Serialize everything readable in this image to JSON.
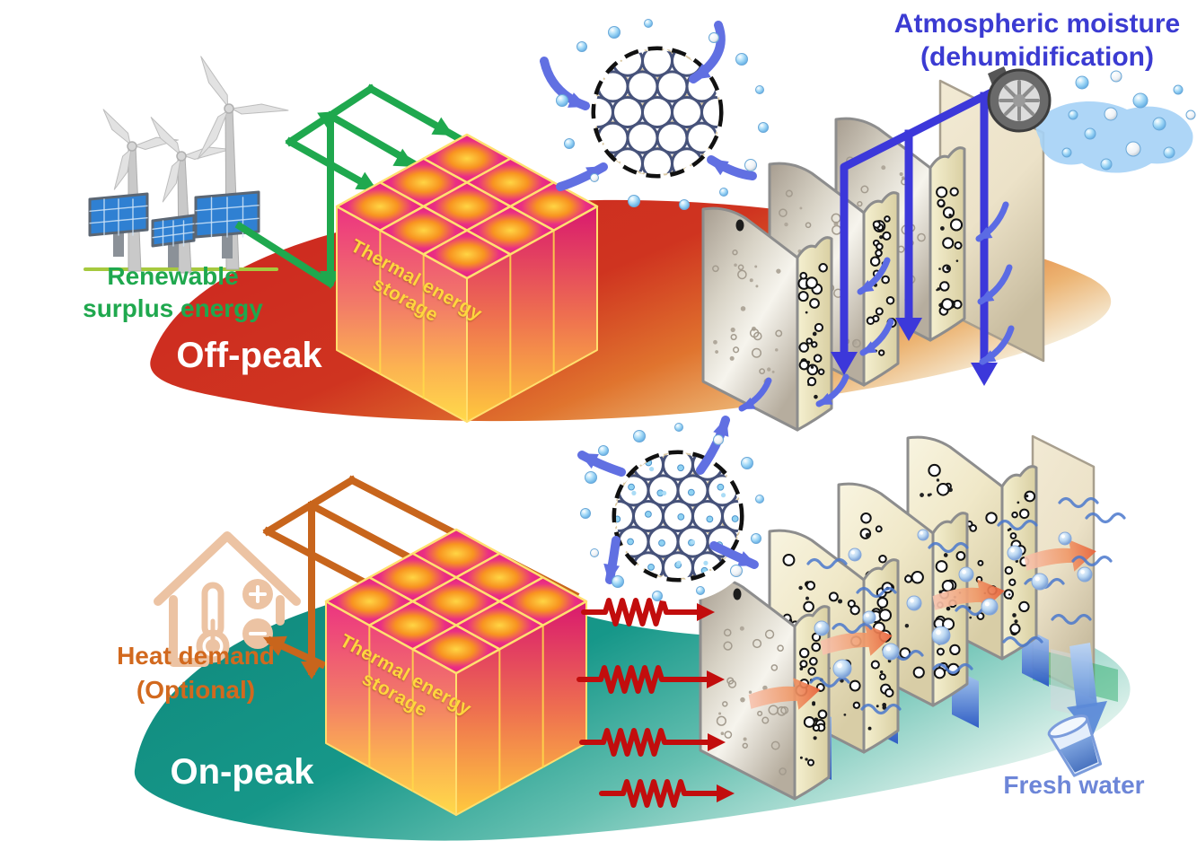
{
  "figure": {
    "top_section": {
      "phase": "Off-peak",
      "renewable_label": [
        "Renewable",
        "surplus energy"
      ],
      "storage_label": [
        "Thermal energy",
        "storage"
      ],
      "moisture_label": [
        "Atmospheric moisture",
        "(dehumidification)"
      ]
    },
    "bottom_section": {
      "phase": "On-peak",
      "heat_demand_label": [
        "Heat demand",
        "(Optional)"
      ],
      "storage_label": [
        "Thermal energy",
        "storage"
      ],
      "fresh_water_label": "Fresh water"
    },
    "icons": [
      "wind-turbine-icon",
      "solar-panel-icon",
      "house-icon",
      "thermometer-icon",
      "plus-icon",
      "minus-icon",
      "fan-icon",
      "water-cup-icon",
      "water-molecule-icon",
      "sorbent-panel",
      "porous-structure-inset",
      "heat-wave-arrow"
    ],
    "colors": {
      "renewable_green": "#1fa84e",
      "heat_orange": "#c8651c",
      "moisture_pipe_blue": "#3c38da",
      "moisture_text_blue": "#3b3bd2",
      "fresh_water_blue": "#6d86d8",
      "offpeak_red": "#ce2a20",
      "onpeak_teal": "#12907f",
      "heat_radiation_red": "#c20d0d",
      "cube_magenta": "#e61f7c",
      "cube_yellow": "#ffd84a",
      "sorbent_cream": "#f0e8c8"
    }
  }
}
